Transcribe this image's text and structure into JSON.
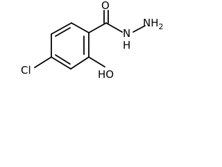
{
  "molecule": {
    "atoms": {
      "carbonyl_oxygen": "O",
      "hydrazide_nh": "N",
      "hydrazide_nh_h": "H",
      "terminal_nh2": "NH",
      "terminal_nh2_sub": "2",
      "chlorine": "Cl",
      "hydroxyl": "HO"
    }
  }
}
